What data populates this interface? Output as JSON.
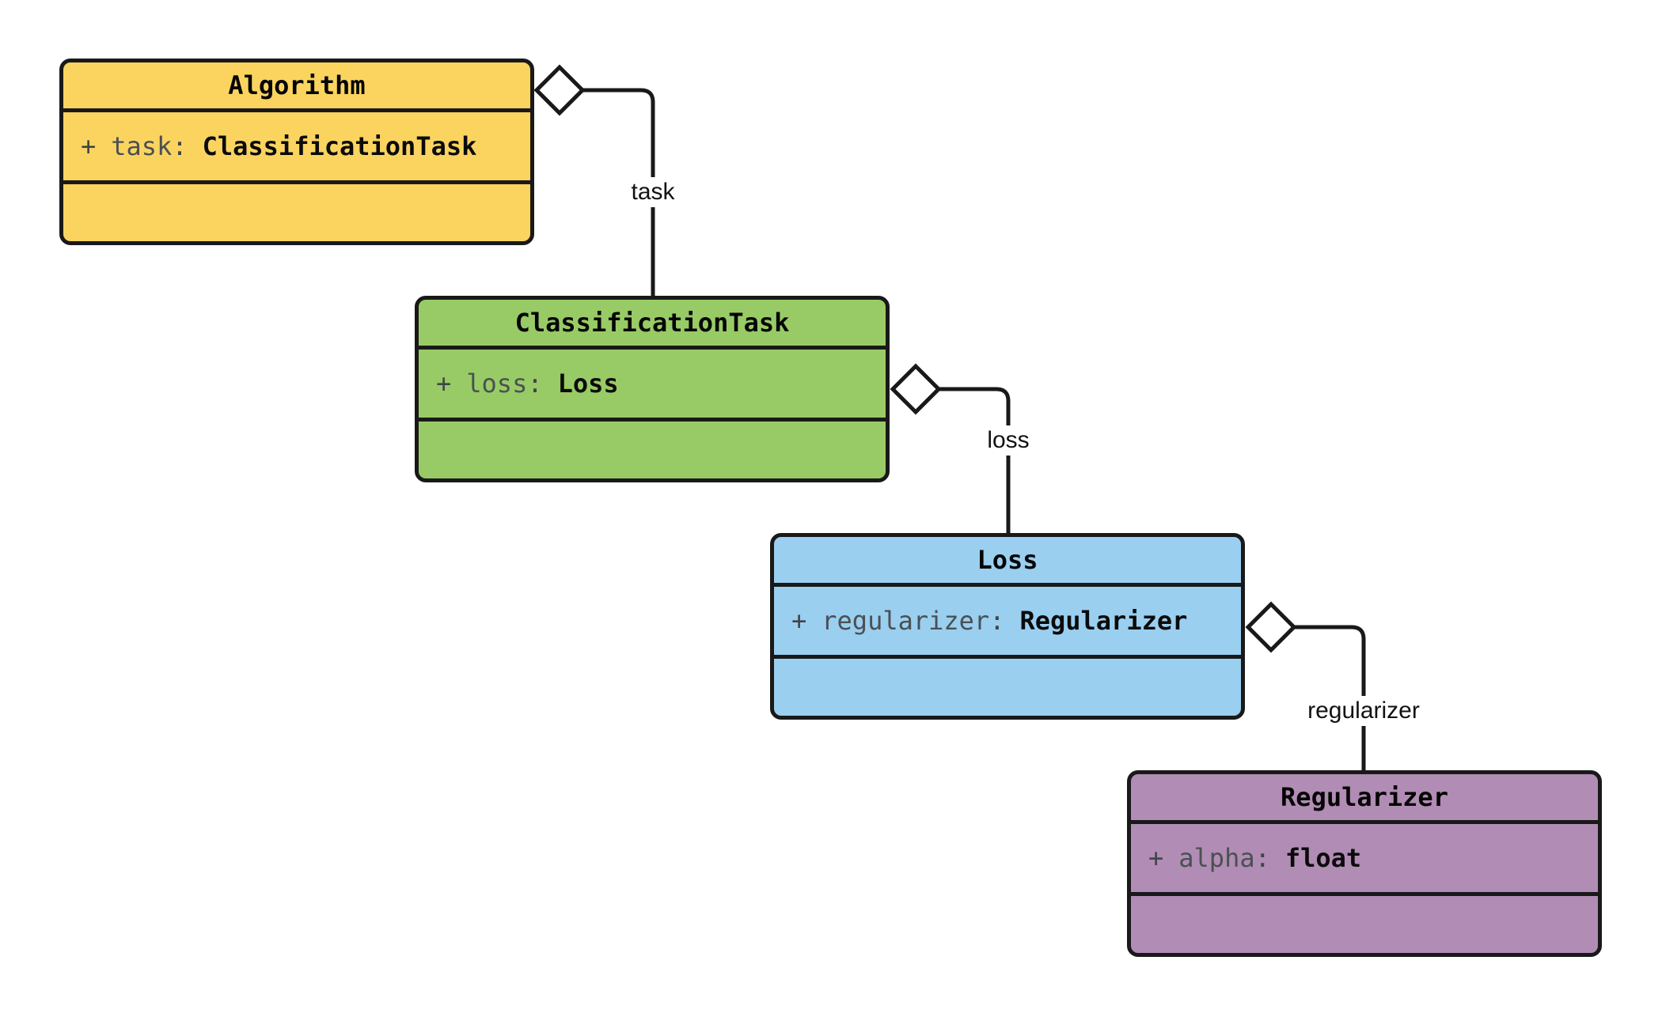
{
  "diagram": {
    "type": "uml-class-diagram",
    "background": "#ffffff",
    "line_color": "#191919",
    "attr_separator": ":",
    "text": {
      "title_color": "#050505",
      "attr_symbol_color": "#3f4548",
      "attr_name_color": "#4a5053",
      "attr_type_color": "#0b0b0b"
    }
  },
  "classes": [
    {
      "name": "Algorithm",
      "fill": "#FAD45F",
      "visibility": "+",
      "attr_name": "task",
      "attr_type": "ClassificationTask"
    },
    {
      "name": "ClassificationTask",
      "fill": "#98CB65",
      "visibility": "+",
      "attr_name": "loss",
      "attr_type": "Loss"
    },
    {
      "name": "Loss",
      "fill": "#9ACFF0",
      "visibility": "+",
      "attr_name": "regularizer",
      "attr_type": "Regularizer"
    },
    {
      "name": "Regularizer",
      "fill": "#B18CB4",
      "visibility": "+",
      "attr_name": "alpha",
      "attr_type": "float"
    }
  ],
  "relations": [
    {
      "from": "Algorithm",
      "to": "ClassificationTask",
      "label": "task",
      "kind": "aggregation"
    },
    {
      "from": "ClassificationTask",
      "to": "Loss",
      "label": "loss",
      "kind": "aggregation"
    },
    {
      "from": "Loss",
      "to": "Regularizer",
      "label": "regularizer",
      "kind": "aggregation"
    }
  ]
}
